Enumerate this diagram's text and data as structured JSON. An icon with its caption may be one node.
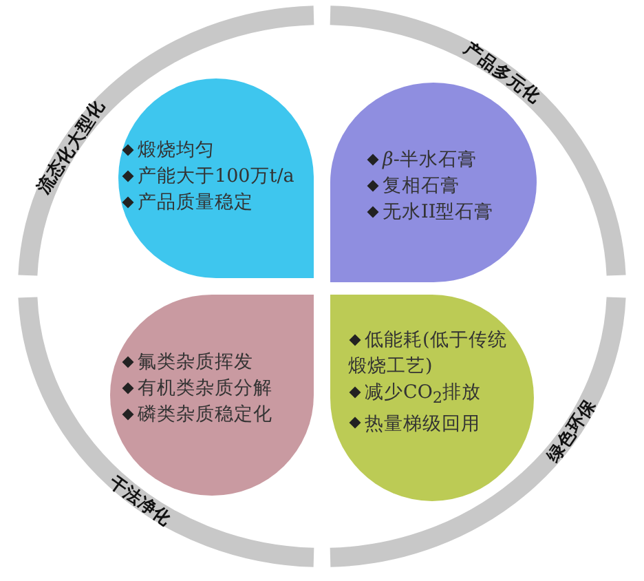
{
  "diagram": {
    "nodes": [
      {
        "text": [
          "流态化大型化"
        ]
      },
      {
        "text": [
          "煅烧均匀",
          "产能大于100万t/a",
          "产品质量稳定"
        ]
      },
      {
        "text": [
          "产品多元化"
        ]
      },
      {
        "text": [
          "*β*-半水石膏",
          "复相石膏",
          "无水II型石膏"
        ]
      },
      {
        "text": [
          "干法净化"
        ]
      },
      {
        "text": [
          "氟类杂质挥发",
          "有机类杂质分解",
          "磷类杂质稳定化"
        ]
      },
      {
        "text": [
          "绿色环保"
        ]
      },
      {
        "text": [
          "低能耗(低于传统煅烧工艺)",
          "减少CO$_{2}$排放",
          "热量梯级回用"
        ]
      }
    ]
  }
}
